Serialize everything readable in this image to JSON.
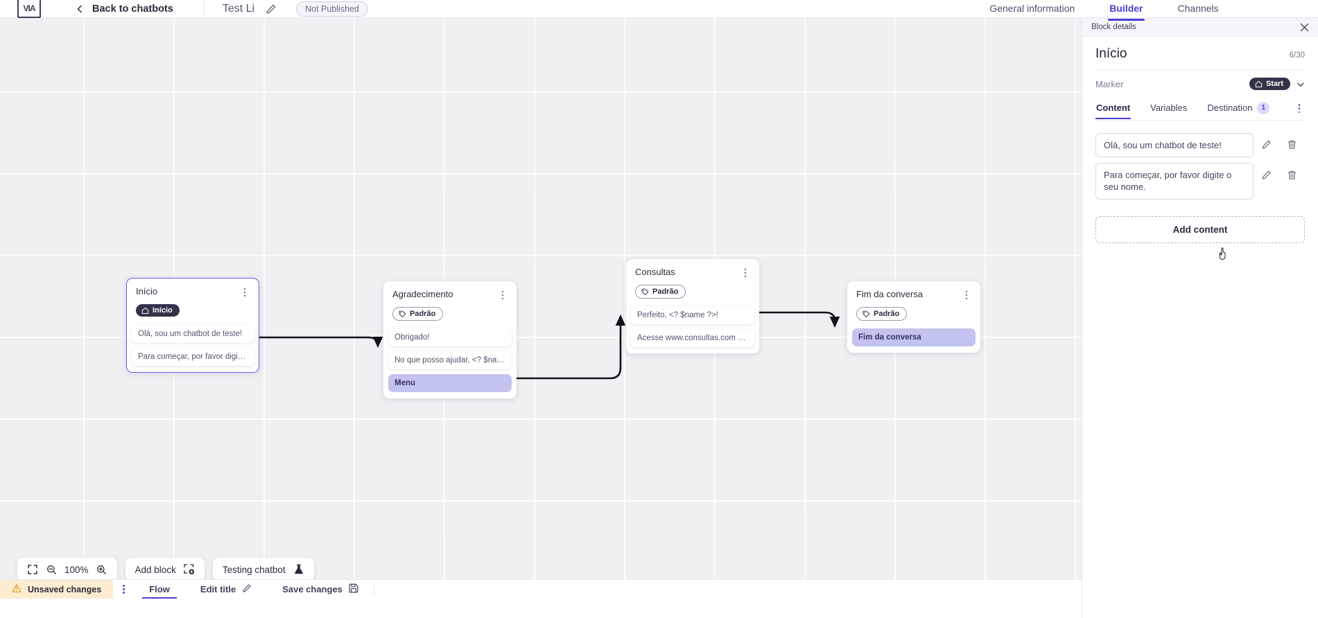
{
  "header": {
    "logo_alt": "app-logo",
    "back_label": "Back to chatbots",
    "bot_title": "Test Li",
    "edit_icon": "pencil-icon",
    "publish_status": "Not Published"
  },
  "panel_tabs": [
    {
      "label": "General information",
      "active": false
    },
    {
      "label": "Builder",
      "active": true
    },
    {
      "label": "Channels",
      "active": false
    }
  ],
  "block_details": {
    "bar_title": "Block details",
    "close_icon": "close-icon",
    "title": "Início",
    "count": "6/30",
    "marker_label": "Marker",
    "marker_value": "Start",
    "marker_icon": "home-icon",
    "chevron_icon": "chevron-down-icon",
    "tabs": [
      {
        "label": "Content",
        "badge": "",
        "active": true
      },
      {
        "label": "Variables",
        "badge": "",
        "active": false
      },
      {
        "label": "Destination",
        "badge": "1",
        "active": false
      }
    ],
    "more_icon": "kebab-menu-icon",
    "contents": [
      {
        "text": "Olá, sou um chatbot de teste!",
        "edit_icon": "pencil-icon",
        "delete_icon": "trash-icon"
      },
      {
        "text": "Para começar, por favor digite o seu nome.",
        "edit_icon": "pencil-icon",
        "delete_icon": "trash-icon"
      }
    ],
    "add_content_label": "Add content"
  },
  "canvas": {
    "blocks": [
      {
        "id": "inicio",
        "title": "Início",
        "tag": "Início",
        "tag_type": "start",
        "tag_icon": "home-icon",
        "selected": true,
        "messages": [
          {
            "text": "Olá, sou um chatbot de teste!",
            "highlight": false
          },
          {
            "text": "Para começar, por favor digite o ...",
            "highlight": false
          }
        ]
      },
      {
        "id": "agradecimento",
        "title": "Agradecimento",
        "tag": "Padrão",
        "tag_type": "default",
        "tag_icon": "tag-icon",
        "selected": false,
        "messages": [
          {
            "text": "Obrigado!",
            "highlight": false
          },
          {
            "text": "No que posso ajudar, <? $name ...",
            "highlight": false
          },
          {
            "text": "Menu",
            "highlight": true
          }
        ]
      },
      {
        "id": "consultas",
        "title": "Consultas",
        "tag": "Padrão",
        "tag_type": "default",
        "tag_icon": "tag-icon",
        "selected": false,
        "messages": [
          {
            "text": "Perfeito, <? $name ?>!",
            "highlight": false
          },
          {
            "text": "Acesse www.consultas.com par...",
            "highlight": false
          }
        ]
      },
      {
        "id": "fim",
        "title": "Fim da conversa",
        "tag": "Padrão",
        "tag_type": "default",
        "tag_icon": "tag-icon",
        "selected": false,
        "messages": [
          {
            "text": "Fim da conversa",
            "highlight": true
          }
        ]
      }
    ],
    "toolbar": {
      "fit_icon": "fit-screen-icon",
      "zoom_out_icon": "zoom-out-icon",
      "zoom_level": "100%",
      "zoom_in_icon": "zoom-in-icon",
      "add_block_label": "Add block",
      "add_block_icon": "add-block-icon",
      "testing_label": "Testing chatbot",
      "testing_icon": "flask-icon"
    }
  },
  "statusbar": {
    "warning_icon": "warning-icon",
    "unsaved_label": "Unsaved changes",
    "kebab_icon": "kebab-menu-icon",
    "flow_label": "Flow",
    "edit_title_label": "Edit title",
    "edit_title_icon": "pencil-icon",
    "save_label": "Save changes",
    "save_icon": "save-icon"
  }
}
